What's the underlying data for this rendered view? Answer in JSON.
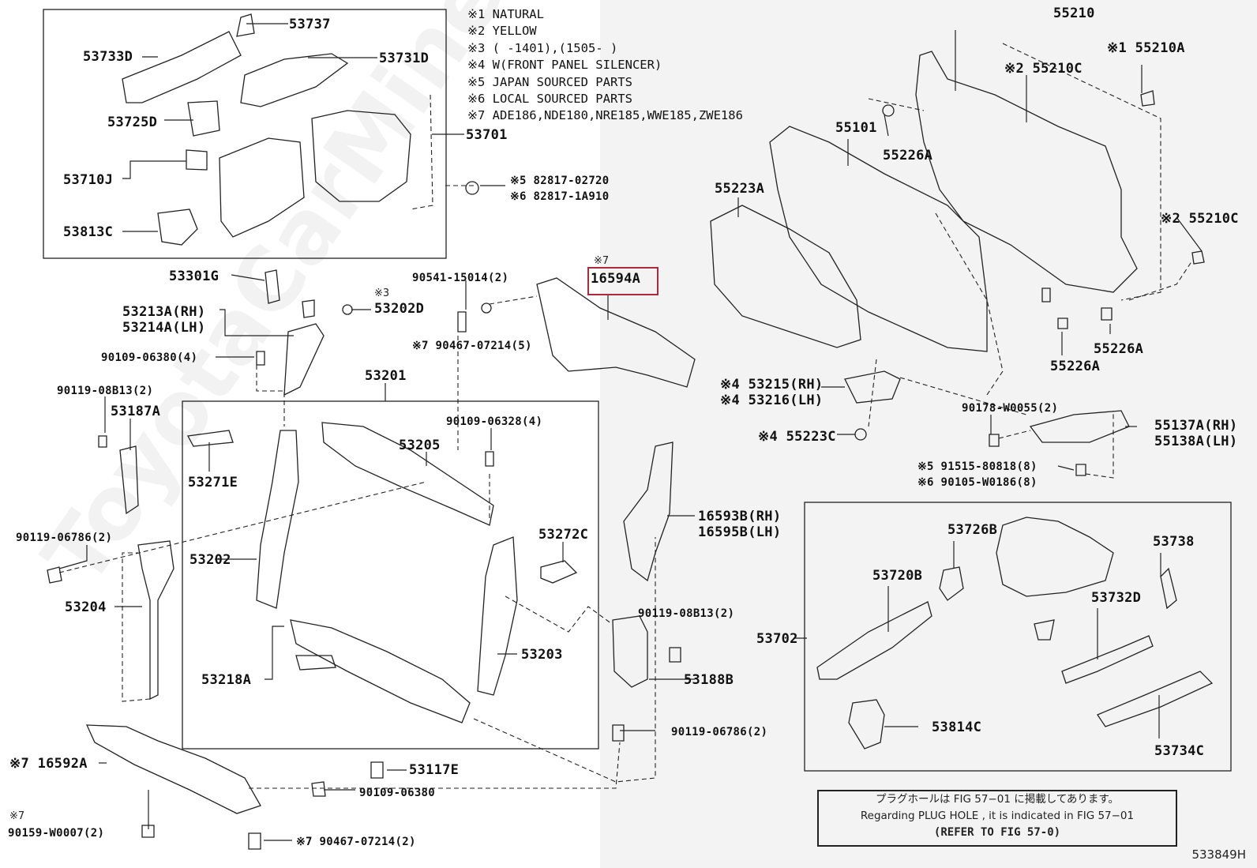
{
  "legend": [
    "※1 NATURAL",
    "※2 YELLOW",
    "※3 (      -1401),(1505-      )",
    "※4 W(FRONT PANEL SILENCER)",
    "※5 JAPAN SOURCED PARTS",
    "※6 LOCAL SOURCED PARTS",
    "※7 ADE186,NDE180,NRE185,WWE185,ZWE186"
  ],
  "labels": {
    "p53737": "53737",
    "p53733D": "53733D",
    "p53731D": "53731D",
    "p53725D": "53725D",
    "p53701": "53701",
    "p53710J": "53710J",
    "p82817a": "※5 82817-02720",
    "p82817b": "※6 82817-1A910",
    "p53813C": "53813C",
    "p53301G": "53301G",
    "mark3": "※3",
    "p53202D": "53202D",
    "p53213A": "53213A(RH)",
    "p53214A": "53214A(LH)",
    "p90541": "90541-15014(2)",
    "p90467a": "※7 90467-07214(5)",
    "p90109a": "90109-06380(4)",
    "p90119a": "90119-08B13(2)",
    "p53187A": "53187A",
    "p53201": "53201",
    "p90109b": "90109-06328(4)",
    "p53205": "53205",
    "p53271E": "53271E",
    "p90119b": "90119-06786(2)",
    "p53272C": "53272C",
    "p53202": "53202",
    "p53204": "53204",
    "p53203": "53203",
    "p53218A": "53218A",
    "p16592A": "※7 16592A",
    "p53117E": "53117E",
    "p90109c": "90109-06380",
    "mark7b": "※7",
    "p90159": "90159-W0007(2)",
    "p90467b": "※7 90467-07214(2)",
    "mark7a": "※7",
    "p16594A": "16594A",
    "p16593B": "16593B(RH)",
    "p16595B": "16595B(LH)",
    "p90119c": "90119-08B13(2)",
    "p53188B": "53188B",
    "p90119d": "90119-06786(2)",
    "p55210": "55210",
    "p55210A": "※1 55210A",
    "p55210Ca": "※2 55210C",
    "p55101": "55101",
    "p55226Aa": "55226A",
    "p55223A": "55223A",
    "p55210Cb": "※2 55210C",
    "p55226Ab": "55226A",
    "p55226Ac": "55226A",
    "p53215": "※4 53215(RH)",
    "p53216": "※4 53216(LH)",
    "p90178": "90178-W0055(2)",
    "p55223C": "※4 55223C",
    "p55137A": "55137A(RH)",
    "p55138A": "55138A(LH)",
    "p91515": "※5 91515-80818(8)",
    "p90105": "※6 90105-W0186(8)",
    "p53726B": "53726B",
    "p53738": "53738",
    "p53720B": "53720B",
    "p53732D": "53732D",
    "p53702": "53702",
    "p53814C": "53814C",
    "p53734C": "53734C"
  },
  "note": {
    "line1": "プラグホールは FIG 57−01 に掲載してあります。",
    "line2": "Regarding  PLUG  HOLE , it is indicated in  FIG  57−01",
    "line3": "(REFER TO FIG 57-0)"
  },
  "figure_number": "533849H",
  "watermark": "ToyotaCarMine.ru",
  "colors": {
    "highlight": "#b0283a",
    "line": "#222222",
    "right_panel_bg": "#f3f3f3"
  }
}
